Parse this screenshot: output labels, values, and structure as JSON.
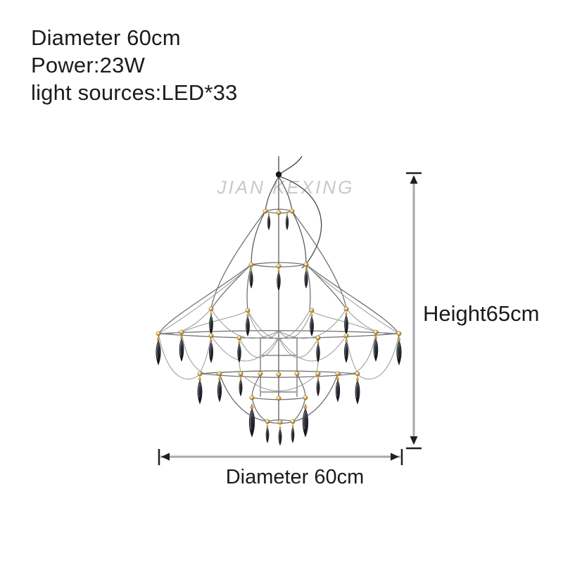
{
  "specs": {
    "lines": [
      "Diameter 60cm",
      "Power:23W",
      "light sources:LED*33"
    ]
  },
  "watermark": {
    "text": "JIAN KEXING"
  },
  "dimensions": {
    "height_label": "Height65cm",
    "diameter_label": "Diameter 60cm"
  },
  "product": {
    "image_description": "wireframe LED chandelier with smoky crystal drops"
  },
  "colors": {
    "text": "#1b1b1b",
    "watermark": "#c9c9c9",
    "dimension_line": "#a8a8a8",
    "dimension_marks": "#1f1f1f",
    "wire_main": "#6e6e6e",
    "wire_light": "#9a9a9a",
    "wire_dark": "#4a4a4a",
    "led_gold": "#e6b654",
    "led_glow": "#fff6cf",
    "crystal_dark": "#23232b",
    "connector_brass": "#c9a24b",
    "background": "#ffffff"
  }
}
